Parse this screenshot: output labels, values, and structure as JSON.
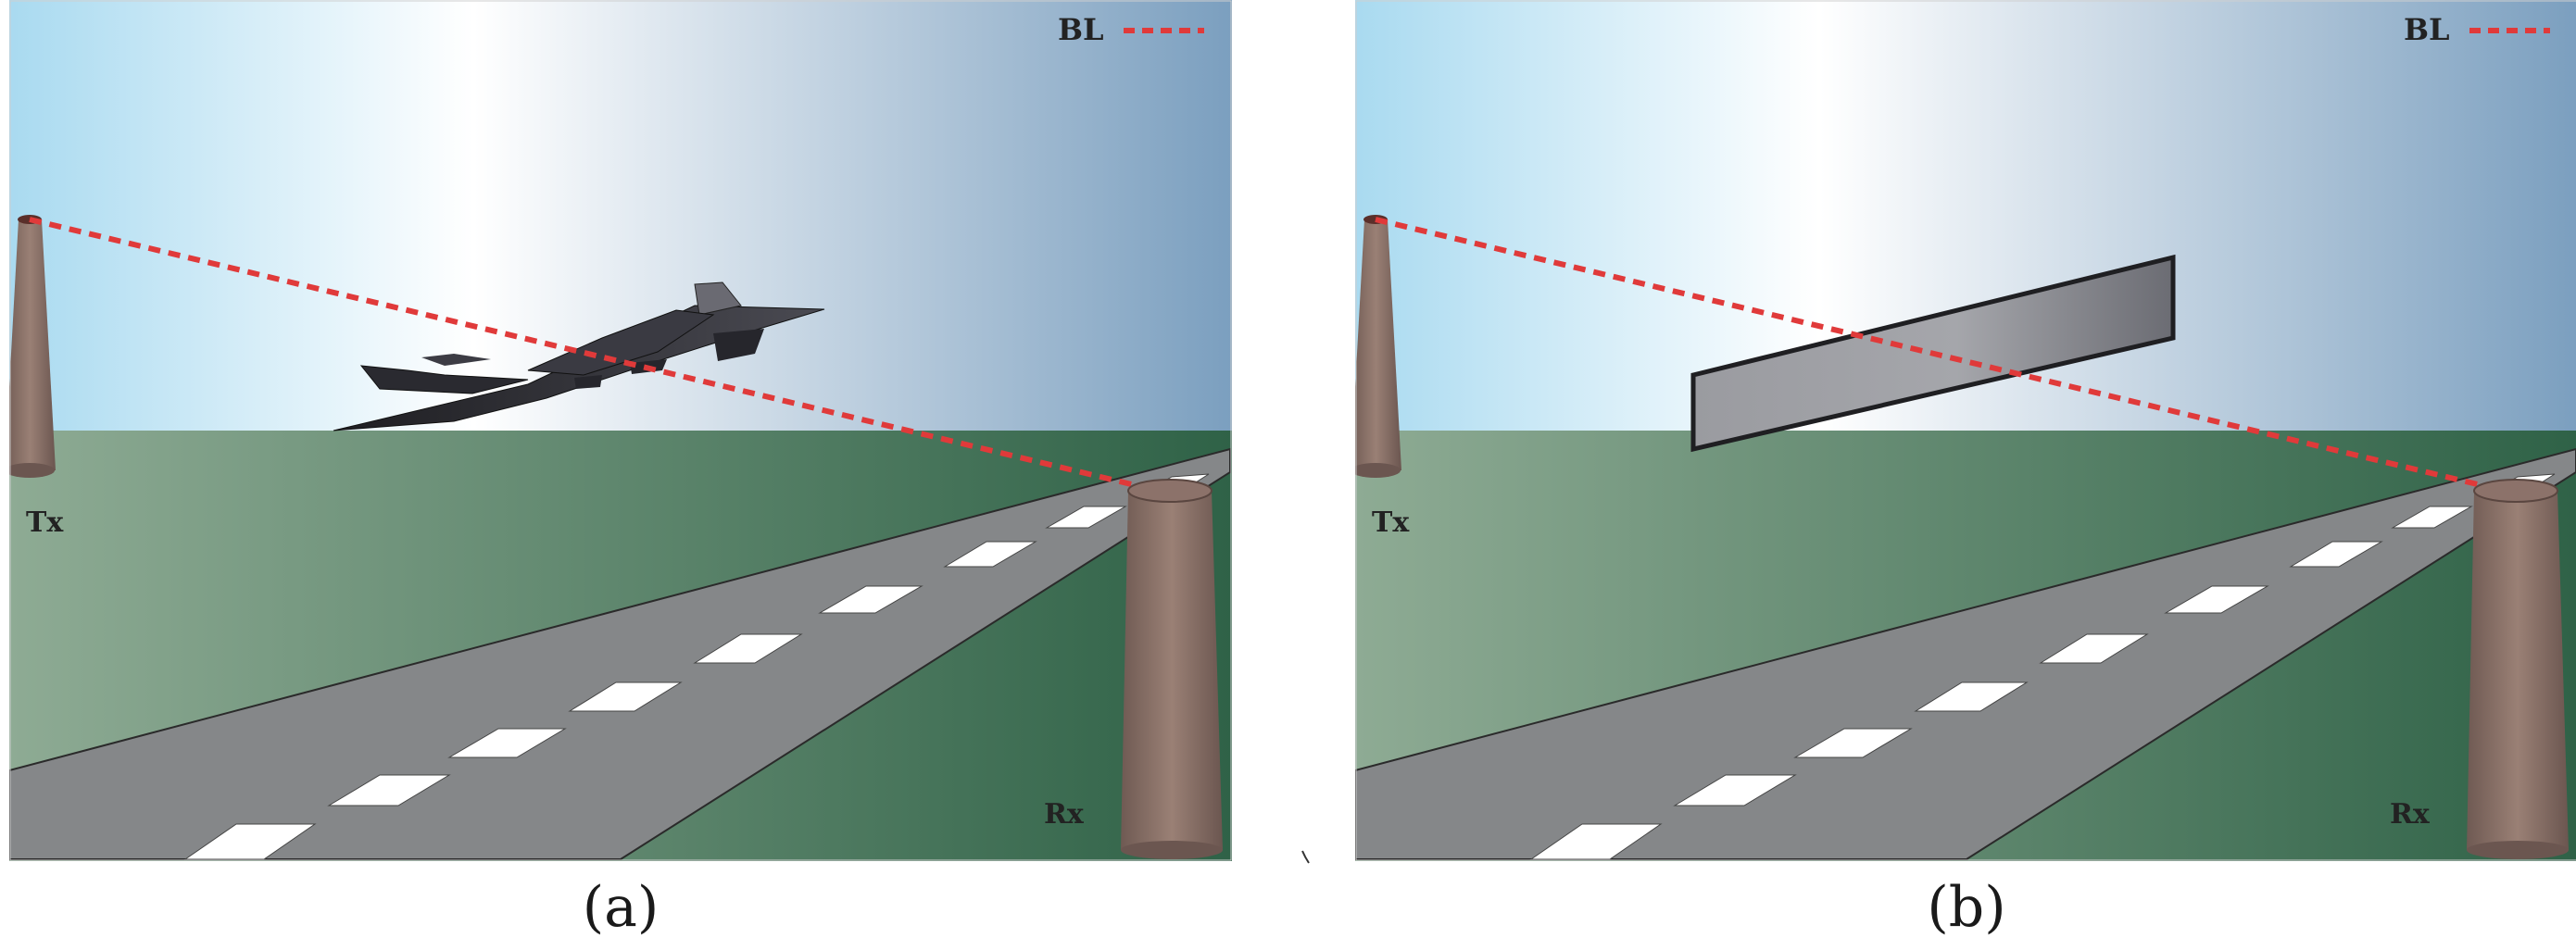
{
  "panels": [
    {
      "id": "a",
      "caption": "(a)",
      "tx_label": "Tx",
      "rx_label": "Rx",
      "legend_label": "BL",
      "object": "aircraft"
    },
    {
      "id": "b",
      "caption": "(b)",
      "tx_label": "Tx",
      "rx_label": "Rx",
      "legend_label": "BL",
      "object": "plate"
    }
  ],
  "colors": {
    "baseline": "#e03a3a",
    "tower": "#8a6f66",
    "runway": "#858789",
    "ground_dark": "#2f6247",
    "sky_light": "#ffffff",
    "sky_left": "#a9daf0",
    "sky_right": "#7b9fbf"
  }
}
